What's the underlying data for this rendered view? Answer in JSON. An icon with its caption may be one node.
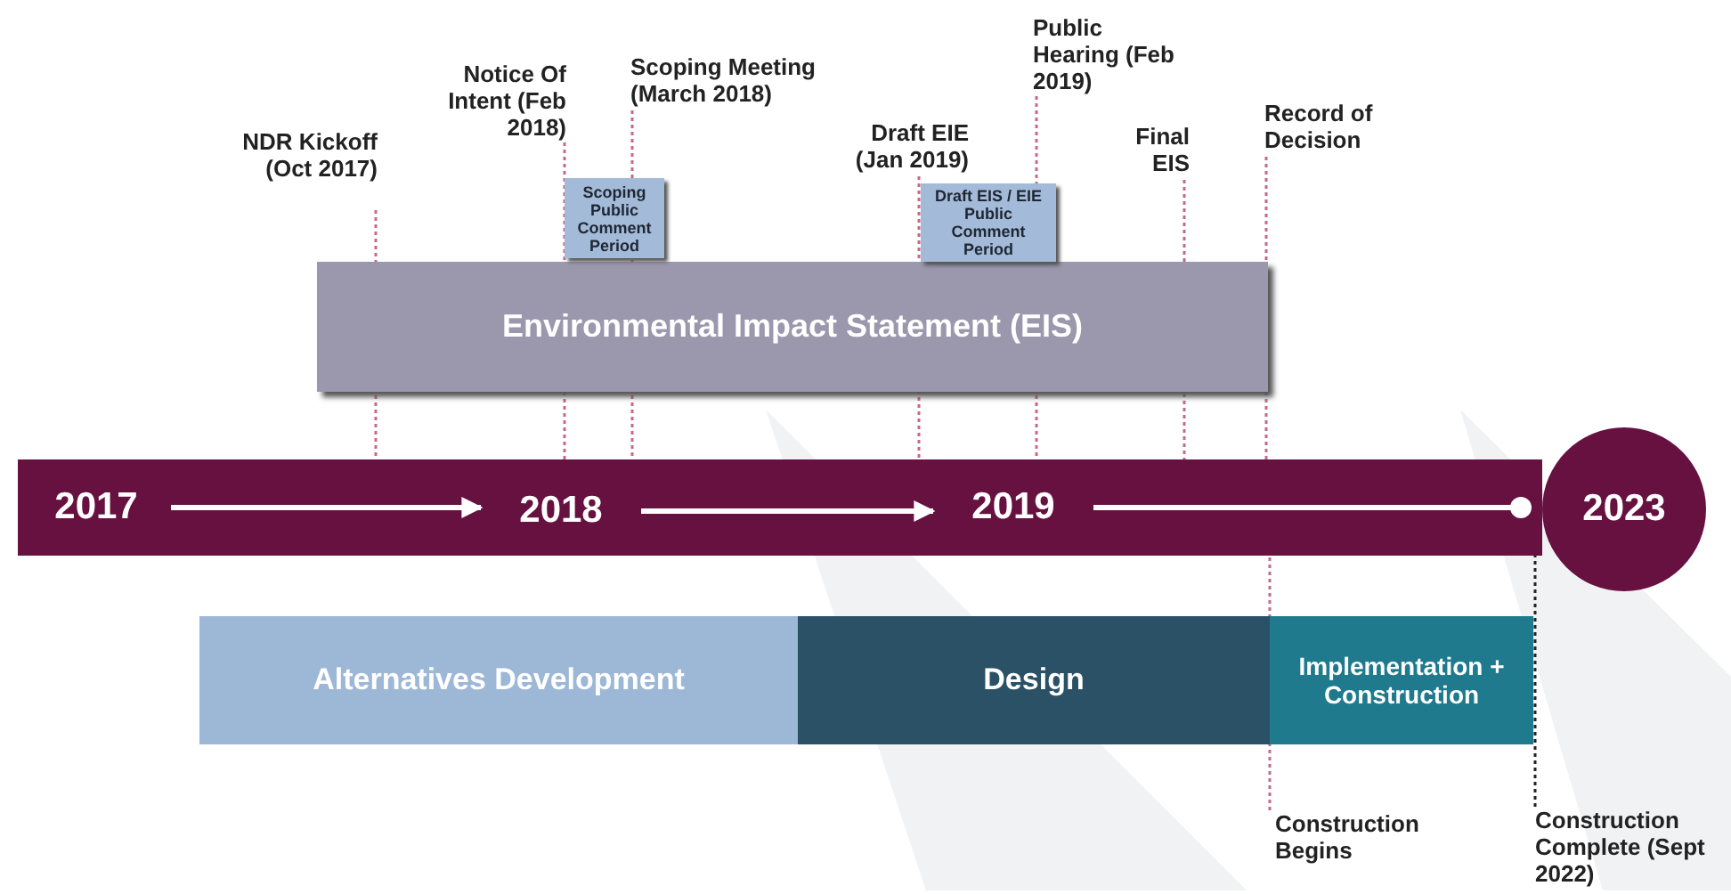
{
  "diagram": {
    "nodes": [
      {
        "text": [],
        "shape": "bar"
      },
      {
        "text": [
          "2017"
        ],
        "in": 0
      },
      {
        "text": [
          "2018"
        ],
        "in": 0
      },
      {
        "text": [
          "2019"
        ],
        "in": 0
      },
      {
        "text": [
          "2023"
        ]
      },
      {
        "text": [
          "Environmental Impact Statement (EIS)"
        ]
      },
      {
        "text": [
          "Scoping Public Comment Period"
        ]
      },
      {
        "text": [
          "Draft EIS / EIE Public Comment Period"
        ]
      },
      {
        "text": [
          "Alternatives Development"
        ]
      },
      {
        "text": [
          "Design"
        ]
      },
      {
        "text": [
          "Implementation + Construction"
        ]
      },
      {
        "text": [
          "NDR Kickoff (Oct 2017)"
        ]
      },
      {
        "text": [
          "Notice Of Intent (Feb 2018)"
        ]
      },
      {
        "text": [
          "Scoping Meeting (March 2018)"
        ]
      },
      {
        "text": [
          "Draft EIE (Jan 2019)"
        ]
      },
      {
        "text": [
          "Public Hearing (Feb 2019)"
        ]
      },
      {
        "text": [
          "Final EIS"
        ]
      },
      {
        "text": [
          "Record of Decision"
        ]
      },
      {
        "text": [
          "Construction Begins"
        ]
      },
      {
        "text": [
          "Construction Complete (Sept 2022)"
        ]
      }
    ],
    "edges": [
      {
        "from": 1,
        "to": 2,
        "arrow": "to",
        "style": "thick",
        "color": "#ffffff"
      },
      {
        "from": 2,
        "to": 3,
        "arrow": "to",
        "style": "thick",
        "color": "#ffffff"
      },
      {
        "from": 3,
        "to": 4,
        "arrow": "other",
        "style": "thick",
        "color": "#ffffff"
      },
      {
        "from": 11,
        "to": 0,
        "arrow": "none",
        "style": "dashed"
      },
      {
        "from": 12,
        "to": 0,
        "arrow": "none",
        "style": "dashed"
      },
      {
        "from": 13,
        "to": 0,
        "arrow": "none",
        "style": "dashed"
      },
      {
        "from": 14,
        "to": 0,
        "arrow": "none",
        "style": "dashed"
      },
      {
        "from": 15,
        "to": 0,
        "arrow": "none",
        "style": "dashed"
      },
      {
        "from": 16,
        "to": 0,
        "arrow": "none",
        "style": "dashed"
      },
      {
        "from": 17,
        "to": 0,
        "arrow": "none",
        "style": "dashed"
      },
      {
        "from": 18,
        "to": 0,
        "arrow": "none",
        "style": "dashed"
      },
      {
        "from": 19,
        "to": 0,
        "arrow": "none",
        "style": "dashed",
        "color": "#222222"
      }
    ]
  }
}
